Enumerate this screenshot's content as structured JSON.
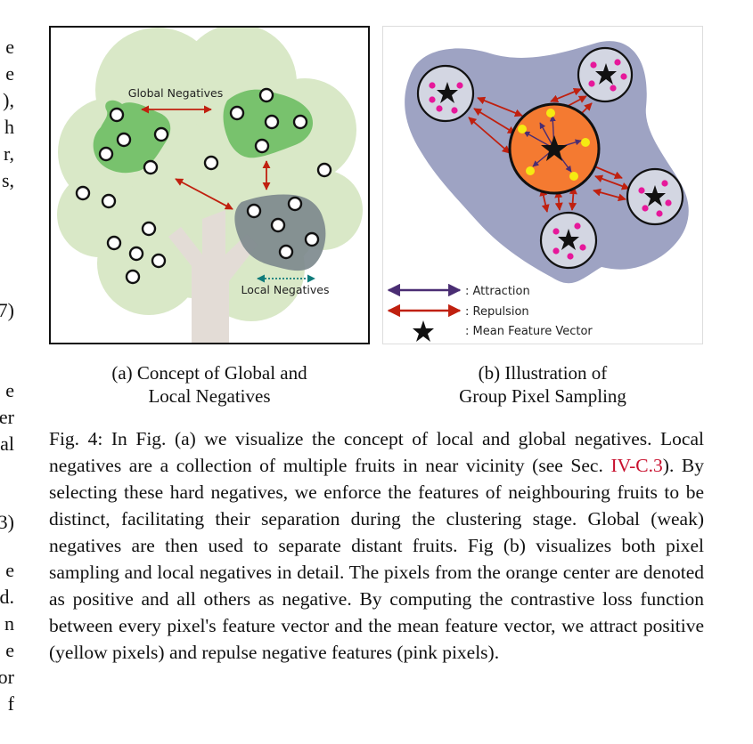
{
  "margin_fragments": [
    "e",
    "e",
    "),",
    "h",
    "r,",
    "s,",
    "7)",
    "e",
    "er",
    "al",
    "3)",
    "e",
    "d.",
    "n",
    "e",
    "or",
    "f"
  ],
  "panel_a": {
    "global_label": "Global Negatives",
    "local_label": "Local Negatives"
  },
  "panel_b": {
    "legend": {
      "attraction": ": Attraction",
      "repulsion": ": Repulsion",
      "mean": ": Mean Feature Vector"
    }
  },
  "captions": {
    "a_line1": "(a) Concept of Global and",
    "a_line2": "Local Negatives",
    "b_line1": "(b) Illustration of",
    "b_line2": "Group Pixel Sampling"
  },
  "figure_caption": {
    "before_ref": "Fig. 4: In Fig. (a) we visualize the concept of local and global negatives. Local negatives are a collection of multiple fruits in near vicinity (see Sec. ",
    "ref": "IV-C.3",
    "after_ref": "). By selecting these hard negatives, we enforce the features of neighbouring fruits to be distinct, facilitating their separation during the clustering stage. Global (weak) negatives are then used to separate distant fruits. Fig (b) visualizes both pixel sampling and local negatives in detail. The pixels from the orange center are denoted as positive and all others as negative. By computing the contrastive loss function between every pixel's feature vector and the mean feature vector, we attract positive (yellow pixels) and repulse negative features (pink pixels)."
  },
  "colors": {
    "tree_canopy": "#d9e8c7",
    "tree_trunk": "#e3dcd6",
    "cluster_green": "#66bb5d",
    "cluster_gray": "#7b878c",
    "blob_b": "#9ea3c3",
    "center_orange": "#f47a31",
    "pink_pixel": "#e6189a",
    "yellow_pixel": "#f5ea12",
    "repulsion": "#c0200f",
    "attraction": "#4a2d73",
    "local_arrow": "#0f7b7a",
    "ref_red": "#c8102e"
  }
}
